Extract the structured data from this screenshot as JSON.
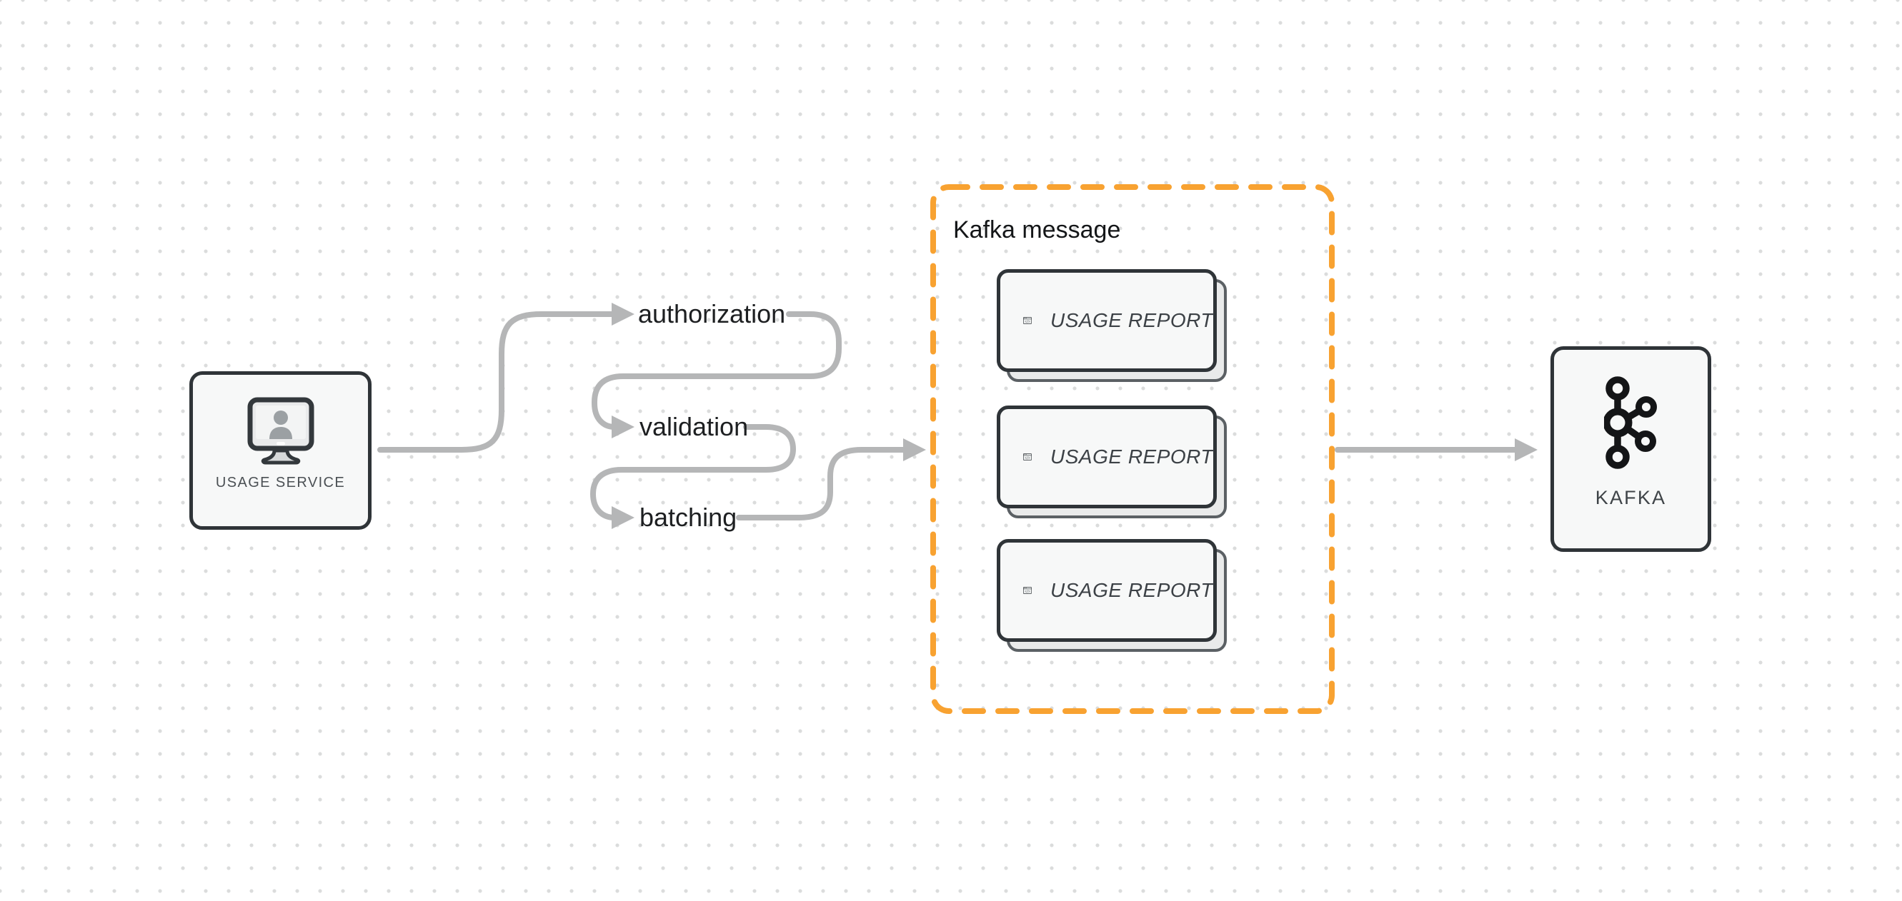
{
  "canvas": {
    "background_color": "#ffffff",
    "dot_color": "#dbdcdc"
  },
  "palette": {
    "accent_orange": "#F8A231",
    "arrow_gray": "#b5b6b7",
    "shape_border_dark": "#2f3438",
    "shape_fill_light": "#f7f8f8",
    "shadow_card_fill": "#e9eaea",
    "shadow_card_border": "#5b6064",
    "icon_gray": "#9ba0a3",
    "kafka_logo_black": "#141517"
  },
  "icons": {
    "usage_service": "user-monitor-icon",
    "card": "code-window-icon",
    "kafka": "kafka-logo-icon",
    "arrows": "right-arrowhead"
  },
  "nodes": {
    "usage_service": {
      "label": "USAGE SERVICE"
    },
    "kafka": {
      "label": "KAFKA"
    }
  },
  "steps": [
    {
      "label": "authorization"
    },
    {
      "label": "validation"
    },
    {
      "label": "batching"
    }
  ],
  "kafka_message_group": {
    "title": "Kafka message",
    "cards": [
      {
        "label": "USAGE REPORT"
      },
      {
        "label": "USAGE REPORT"
      },
      {
        "label": "USAGE REPORT"
      }
    ]
  }
}
